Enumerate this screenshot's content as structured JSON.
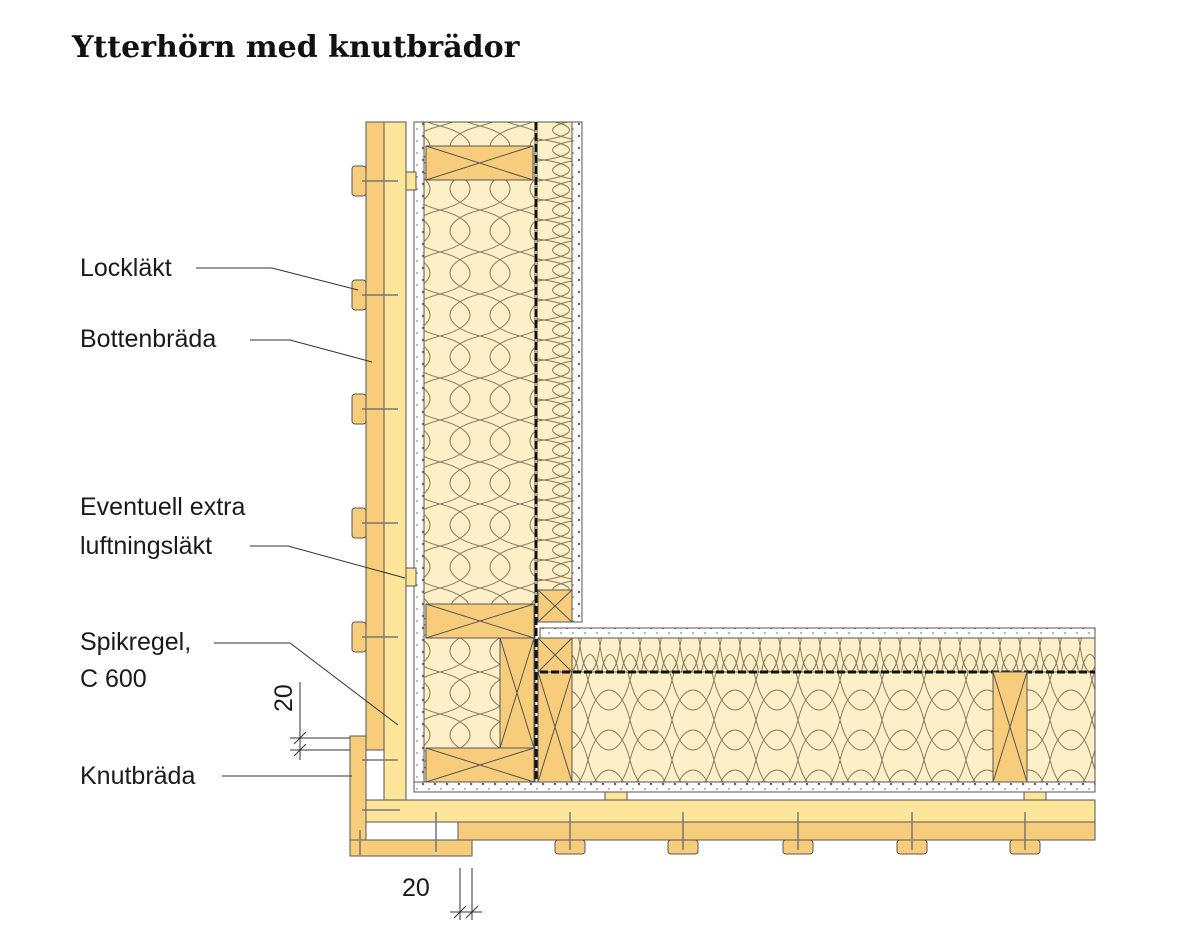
{
  "title": "Ytterhörn med knutbrädor",
  "labels": {
    "locklakt": "Lockläkt",
    "bottenbrada": "Bottenbräda",
    "extra_line1": "Eventuell extra",
    "extra_line2": "luftningsläkt",
    "spikregel_line1": "Spikregel,",
    "spikregel_line2": "C 600",
    "knutbrada": "Knutbräda"
  },
  "dimensions": {
    "vertical": "20",
    "horizontal": "20"
  },
  "colors": {
    "wood": "#f7cd7c",
    "wood_light": "#fde59a",
    "insulation": "#fdf0c8",
    "outline": "#555555"
  }
}
